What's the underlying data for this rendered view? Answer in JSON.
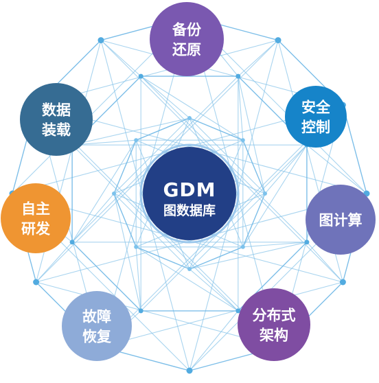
{
  "center": {
    "title": "GDM",
    "subtitle": "图数据库",
    "color": "#223f86"
  },
  "satellites": [
    {
      "id": "backup-restore",
      "lines": [
        "备份",
        "还原"
      ],
      "color": "#7a58b0"
    },
    {
      "id": "security-control",
      "lines": [
        "安全",
        "控制"
      ],
      "color": "#1684c9"
    },
    {
      "id": "graph-computing",
      "lines": [
        "图计算"
      ],
      "color": "#6f73ba"
    },
    {
      "id": "distributed-architecture",
      "lines": [
        "分布式",
        "架构"
      ],
      "color": "#7f4da2"
    },
    {
      "id": "fault-recovery",
      "lines": [
        "故障",
        "恢复"
      ],
      "color": "#8eabd8"
    },
    {
      "id": "independent-development",
      "lines": [
        "自主",
        "研发"
      ],
      "color": "#ef9532"
    },
    {
      "id": "data-loading",
      "lines": [
        "数据",
        "装载"
      ],
      "color": "#366c93"
    }
  ],
  "network_color": "#8cc6ea"
}
